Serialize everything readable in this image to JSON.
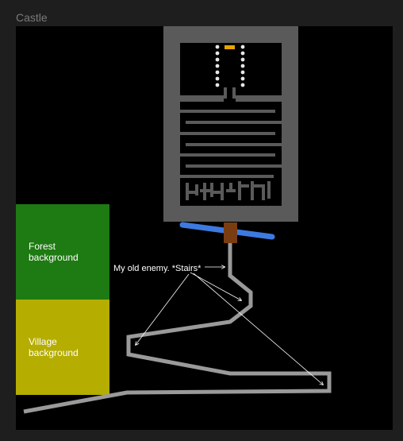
{
  "frame": {
    "title": "Castle"
  },
  "panels": {
    "forest": {
      "line1": "Forest",
      "line2": "background",
      "color": "#1e7a12"
    },
    "village": {
      "line1": "Village",
      "line2": "background",
      "color": "#b5ad00"
    }
  },
  "annotation": {
    "text": "My old enemy. *Stairs*"
  },
  "colors": {
    "canvas": "#000000",
    "castle_wall": "#5a5a5a",
    "path": "#9a9a9a",
    "bridge": "#3d7ae0",
    "door": "#7a3d12",
    "marker": "#e8a400",
    "dots": "#e6e6e6"
  }
}
